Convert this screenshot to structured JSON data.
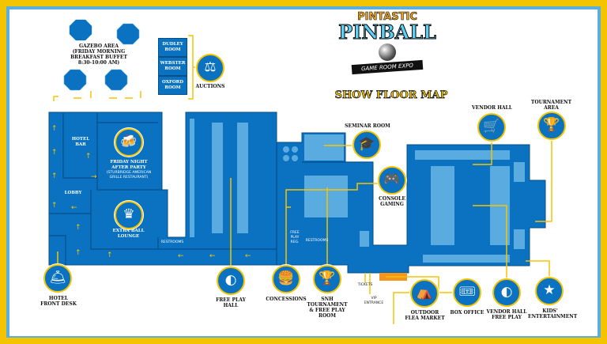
{
  "logo": {
    "line1": "PINTASTIC",
    "line2": "PINBALL",
    "line3": "GAME ROOM EXPO"
  },
  "title": "SHOW FLOOR MAP",
  "colors": {
    "floor": "#0a72c0",
    "floor_light": "#5aace0",
    "accent": "#f5c400",
    "orange": "#f7941d"
  },
  "gazebo": {
    "label": "GAZEBO AREA\n(FRIDAY MORNING\nBREAKFAST BUFFET\n8:30-10:00 AM)"
  },
  "rooms": [
    {
      "label": "DUDLEY\nROOM"
    },
    {
      "label": "WEBSTER\nROOM"
    },
    {
      "label": "OXFORD\nROOM"
    }
  ],
  "areas": {
    "hotel_bar": "HOTEL\nBAR",
    "friday": "FRIDAY NIGHT\nAFTER PARTY",
    "friday_sub": "(STURBRIDGE AMERICAN\nGRILLE RESTAURANT)",
    "lobby": "LOBBY",
    "extra_ball": "EXTRA BALL\nLOUNGE",
    "restrooms1": "RESTROOMS",
    "restrooms2": "RESTROOMS",
    "free_play_reg": "FREE\nPLAY\nREG.",
    "tickets": "TICKETS",
    "vip": "VIP\nENTRANCE"
  },
  "icons": [
    {
      "key": "auctions",
      "label": "AUCTIONS",
      "icon": "gavel-icon",
      "glyph": "⚖"
    },
    {
      "key": "seminar",
      "label": "SEMINAR ROOM",
      "icon": "graduation-cap-icon",
      "glyph": "🎓"
    },
    {
      "key": "console",
      "label": "CONSOLE\nGAMING",
      "icon": "gamepad-icon",
      "glyph": "🎮"
    },
    {
      "key": "vendor",
      "label": "VENDOR HALL",
      "icon": "shopping-cart-icon",
      "glyph": "🛒"
    },
    {
      "key": "tournament",
      "label": "TOURNAMENT\nAREA",
      "icon": "trophy-icon",
      "glyph": "🏆"
    },
    {
      "key": "front_desk",
      "label": "HOTEL\nFRONT DESK",
      "icon": "bell-desk-icon",
      "glyph": "🛎"
    },
    {
      "key": "free_play",
      "label": "FREE PLAY\nHALL",
      "icon": "pinball-icon",
      "glyph": "◐"
    },
    {
      "key": "concessions",
      "label": "CONCESSIONS",
      "icon": "burger-icon",
      "glyph": "🍔"
    },
    {
      "key": "snh",
      "label": "SNH\nTOURNAMENT\n& FREE PLAY\nROOM",
      "icon": "trophy-icon",
      "glyph": "🏆"
    },
    {
      "key": "flea",
      "label": "OUTDOOR\nFLEA MARKET",
      "icon": "tent-icon",
      "glyph": "⛺"
    },
    {
      "key": "box_office",
      "label": "BOX OFFICE",
      "icon": "ticket-icon",
      "glyph": "🎟"
    },
    {
      "key": "vendor_free",
      "label": "VENDOR HALL\nFREE PLAY",
      "icon": "pinball-icon",
      "glyph": "◐"
    },
    {
      "key": "kids",
      "label": "KIDS'\nENTERTAINMENT",
      "icon": "flipper-icon",
      "glyph": "★"
    },
    {
      "key": "after_party",
      "label": "",
      "icon": "beer-mugs-icon",
      "glyph": "🍻"
    },
    {
      "key": "extra_ball_icon",
      "label": "",
      "icon": "crown-ball-icon",
      "glyph": "♛"
    }
  ]
}
